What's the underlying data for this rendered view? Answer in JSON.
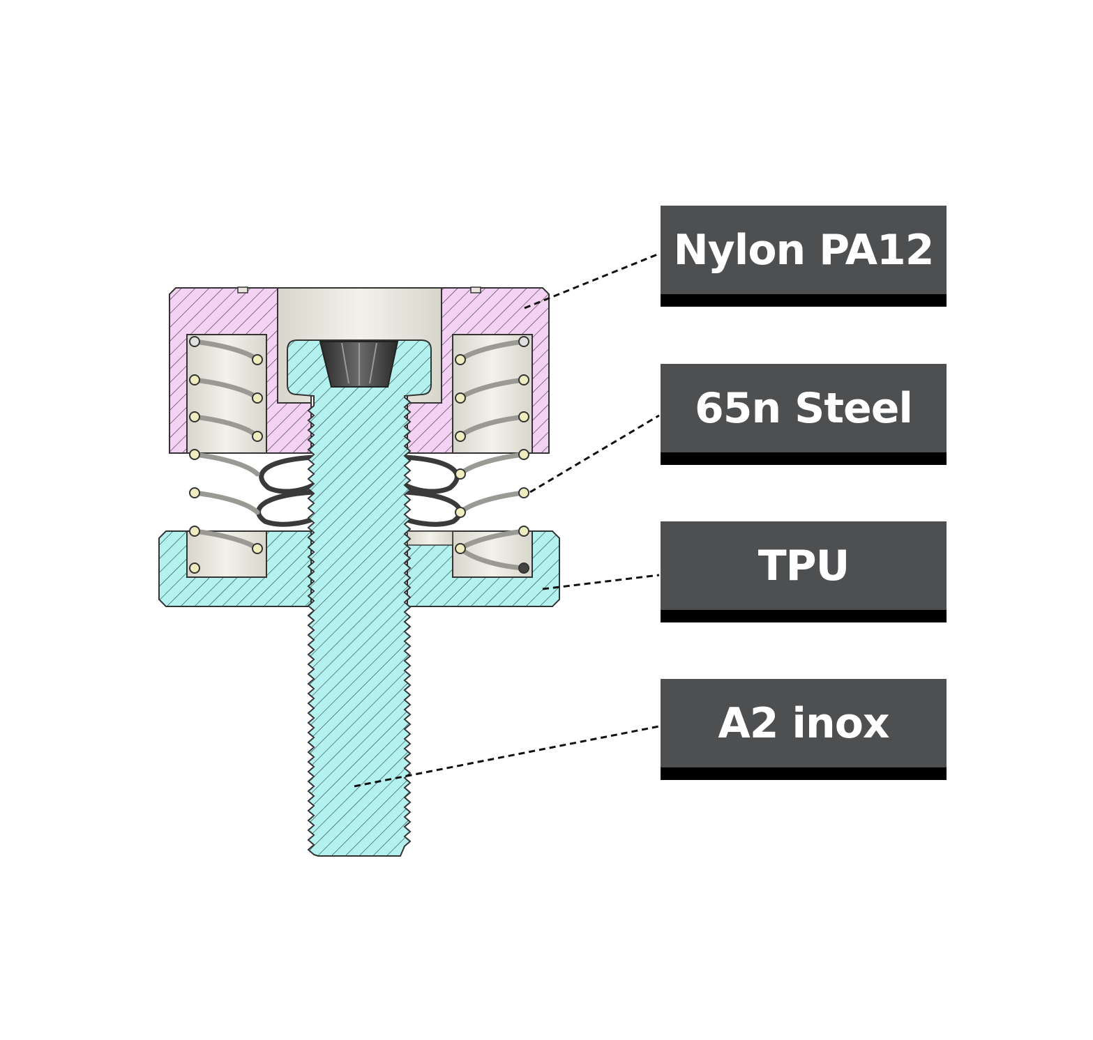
{
  "labels": [
    {
      "id": "nylon",
      "text": "Nylon PA12"
    },
    {
      "id": "steel",
      "text": "65n Steel"
    },
    {
      "id": "tpu",
      "text": "TPU"
    },
    {
      "id": "inox",
      "text": "A2 inox"
    }
  ],
  "colors": {
    "nylon_fill": "#f4d2f3",
    "tpu_fill": "#b4f2f0",
    "bolt_fill": "#b4f2f0",
    "outline": "#333333",
    "spring_wire": "#8a8a86",
    "wire_section": "#efecc0",
    "cavity": "#e8e6de",
    "label_bg": "#4e4f51",
    "label_shadow": "#000000",
    "label_text": "#ffffff"
  }
}
